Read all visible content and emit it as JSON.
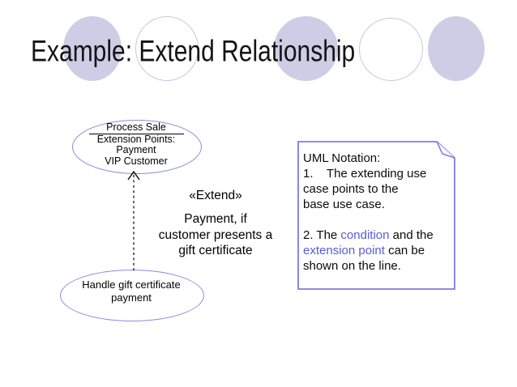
{
  "slide": {
    "title": "Example: Extend Relationship"
  },
  "diagram": {
    "base_use_case": {
      "name": "Process Sale",
      "extension_points_label": "Extension Points:",
      "extension_point_1": "Payment",
      "extension_point_2": "VIP Customer"
    },
    "extending_use_case": {
      "name_line_1": "Handle gift certificate",
      "name_line_2": "payment"
    },
    "extend_label": {
      "stereotype": "«Extend»",
      "condition_line_1": "Payment, if",
      "condition_line_2": "customer presents a",
      "condition_line_3": "gift certificate"
    }
  },
  "note": {
    "line_1": "UML Notation:",
    "line_2": "1.    The extending use",
    "line_3": "case points to the",
    "line_4": "base use case.",
    "line_6_pre": "2. The ",
    "line_6_accent": "condition",
    "line_6_post": " and the",
    "line_7_accent": "extension point",
    "line_7_post": " can be",
    "line_8": "shown on the line."
  },
  "colors": {
    "accent_text": "#5a5ad9",
    "note_border": "#7b7be8",
    "shape_border": "#8c8ce0",
    "decor_circle_fill": "#cdcde6",
    "decor_circle_outline": "#c7c7e2"
  }
}
